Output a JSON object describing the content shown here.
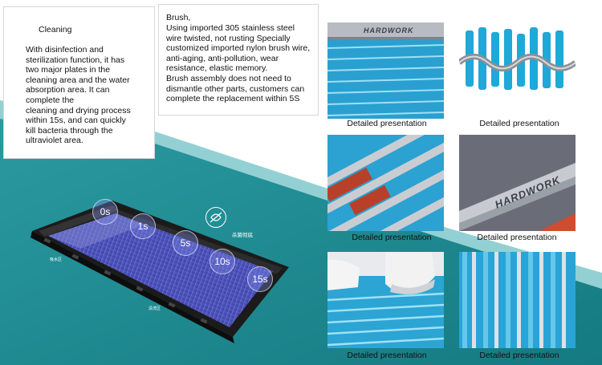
{
  "cleaning": {
    "title": "Cleaning",
    "body": "With disinfection and\nsterilization function, it has\ntwo major plates in the\ncleaning area and the water\nabsorption area. It can\ncomplete the\ncleaning and drying process\nwithin 15s, and can quickly\nkill bacteria through the\nultraviolet area."
  },
  "brush": {
    "title": "Brush,",
    "body": "Using imported 305 stainless steel\nwire twisted, not rusting Specially\ncustomized imported nylon brush wire,\nanti-aging, anti-pollution, wear\nresistance, elastic memory.\nBrush assembly does not need to\ndismantle other parts, customers can\n complete the replacement within 5S"
  },
  "machine": {
    "timers": [
      "0s",
      "1s",
      "5s",
      "10s",
      "15s"
    ],
    "sterilization_label": "杀菌彻底",
    "zone_absorb": "吸水区",
    "zone_clean": "清洗区"
  },
  "brand": "HARDWORK",
  "captions": [
    "Detailed presentation",
    "Detailed presentation",
    "Detailed presentation",
    "Detailed presentation",
    "Detailed presentation",
    "Detailed presentation"
  ],
  "colors": {
    "teal": "#1f8f95",
    "brush_blue": "#2ba8d6",
    "mat_purple": "#4a4fb8"
  }
}
